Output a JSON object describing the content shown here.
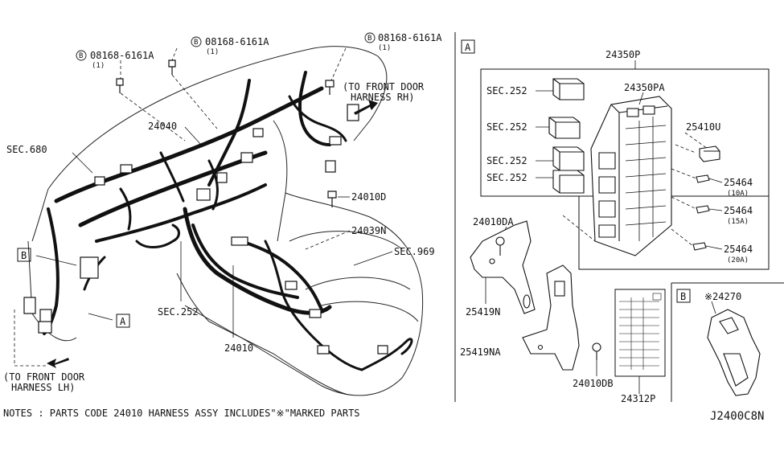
{
  "labels": {
    "bolt_1": "08168-6161A",
    "bolt_1_qty": "(1)",
    "bolt_2": "08168-6161A",
    "bolt_2_qty": "(1)",
    "bolt_3": "08168-6161A",
    "bolt_3_qty": "(1)",
    "circled_b": "B",
    "front_door_rh_1": "(TO FRONT DOOR",
    "front_door_rh_2": "HARNESS RH)",
    "front_door_lh_1": "(TO FRONT DOOR",
    "front_door_lh_2": "HARNESS LH)",
    "sec680": "SEC.680",
    "p24040": "24040",
    "p24010D": "24010D",
    "p24039N": "24039N",
    "sec969": "SEC.969",
    "sec252_main": "SEC.252",
    "p24010": "24010",
    "box_a_left": "A",
    "box_b_left": "B",
    "box_a_right": "A",
    "p24350P": "24350P",
    "p24350PA": "24350PA",
    "sec252_1": "SEC.252",
    "sec252_2": "SEC.252",
    "sec252_3": "SEC.252",
    "sec252_4": "SEC.252",
    "p25410U": "25410U",
    "p25464_a": "25464",
    "p25464_a_amp": "(10A)",
    "p25464_b": "25464",
    "p25464_b_amp": "(15A)",
    "p25464_c": "25464",
    "p25464_c_amp": "(20A)",
    "p24010DA": "24010DA",
    "p25419N": "25419N",
    "p25419NA": "25419NA",
    "p24010DB": "24010DB",
    "p24312P": "24312P",
    "box_b_right": "B",
    "p24270": "※24270",
    "notes": "NOTES : PARTS CODE 24010 HARNESS ASSY INCLUDES\"※\"MARKED PARTS",
    "diagram_code": "J2400C8N"
  }
}
